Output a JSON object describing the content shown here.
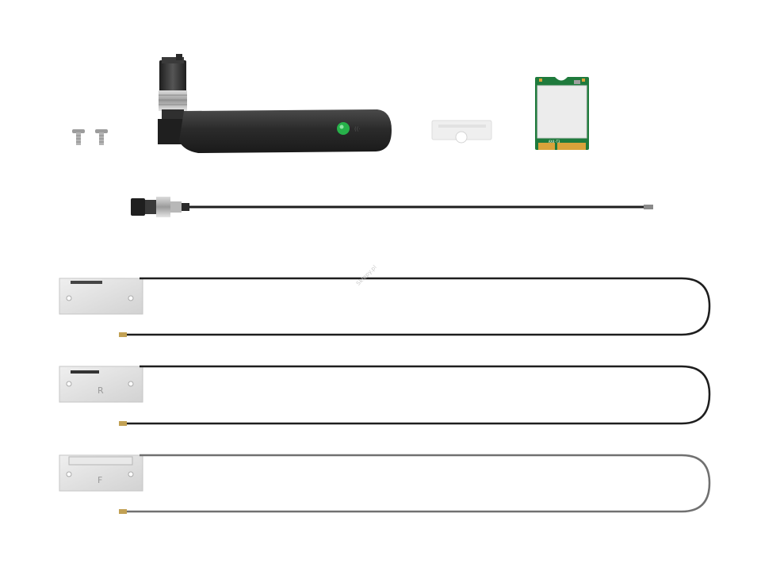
{
  "image": {
    "background": "#ffffff",
    "watermark_text": "Sklepy.pl",
    "plate_letters": [
      "R",
      "F"
    ],
    "chip_label": "AX4-T3",
    "colors": {
      "antenna_body": "#2e2e2e",
      "antenna_led": "#27b14a",
      "pcb_green": "#1f7a3c",
      "pcb_gold": "#d9a23a",
      "shield": "#e7e7e7",
      "cable_black": "#222222",
      "cable_grey": "#6f6f6f",
      "plate": "#dedede"
    }
  }
}
